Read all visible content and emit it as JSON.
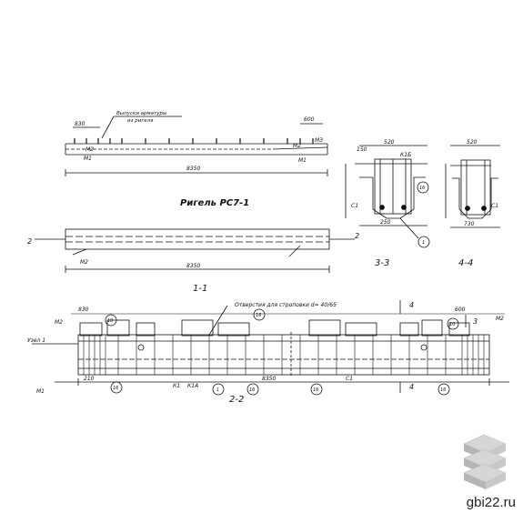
{
  "title": "Ригель РС7-1",
  "notes": {
    "rebar_outlets": "Выпуски арматуры",
    "rebar_outlets_2": "из ригеля",
    "sling_holes": "Отверстия для строповки d= 40/65",
    "node": "Узел 1"
  },
  "sections": {
    "s11": "1-1",
    "s22": "2-2",
    "s33": "3-3",
    "s44": "4-4",
    "m2": "2",
    "m3": "3",
    "m4": "4"
  },
  "dims": {
    "d8350": "8350",
    "d830": "830",
    "d600": "600",
    "d520": "520",
    "d250": "250",
    "d730": "730",
    "d210": "210",
    "d150": "150"
  },
  "marks": {
    "m1": "М1",
    "m2": "М2",
    "mgsh": "МЗ",
    "k1": "К1",
    "k1a": "К1А",
    "c1": "С1",
    "k1b": "К1Б",
    "n16": "16",
    "n10": "10",
    "n1": "1"
  },
  "watermark": "gbi22.ru"
}
